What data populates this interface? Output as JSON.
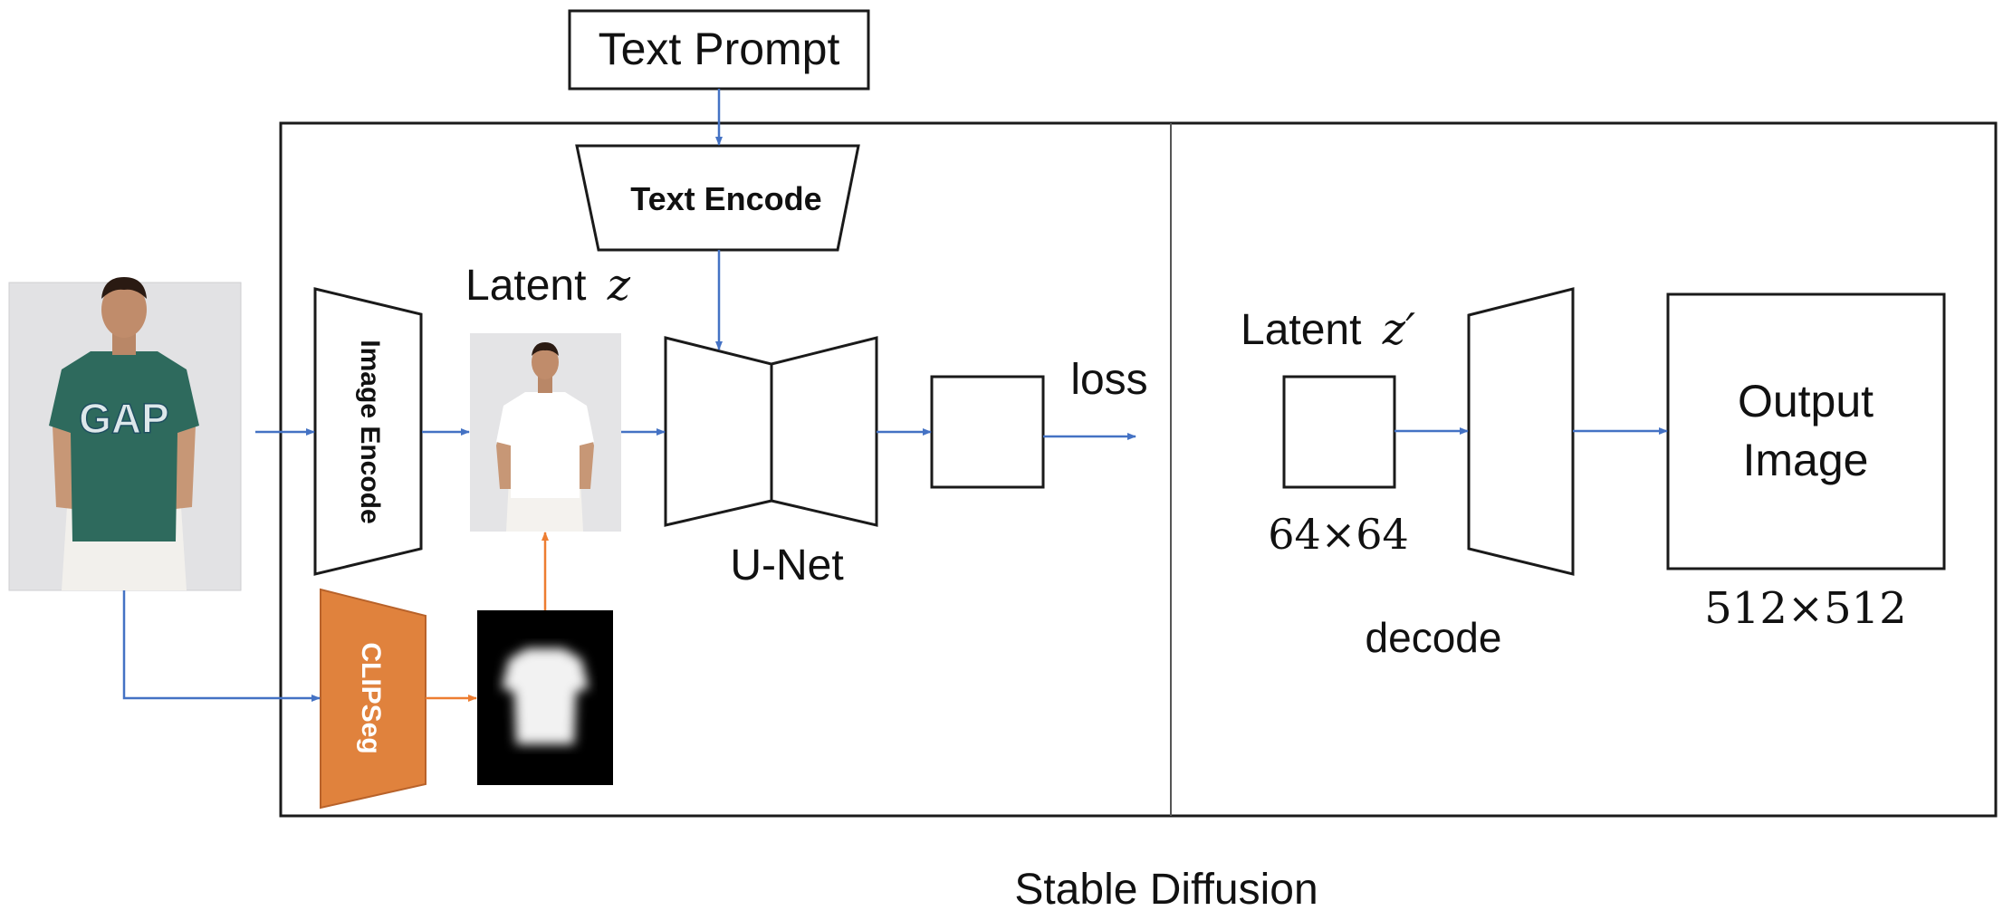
{
  "diagram": {
    "caption": "Stable Diffusion",
    "text_prompt": "Text Prompt",
    "text_encode": "Text Encode",
    "image_encode": "Image Encode",
    "clipseg": "CLIPSeg",
    "latent_z_word": "Latent",
    "latent_z_symbol": "z",
    "latent_z_prime_word": "Latent",
    "latent_z_prime_symbol": "z′",
    "unet": "U-Net",
    "loss": "loss",
    "latent_size": "64×64",
    "decode": "decode",
    "output_image_line1": "Output",
    "output_image_line2": "Image",
    "output_size": "512×512",
    "input_logo_text": "GAP"
  },
  "colors": {
    "arrow_blue": "#4472C4",
    "arrow_orange": "#ED7D31",
    "clipseg_fill": "#E0823D",
    "shirt_green": "#2E6A5D",
    "photo_bg": "#E2E2E4",
    "stroke": "#1A1A1A"
  }
}
